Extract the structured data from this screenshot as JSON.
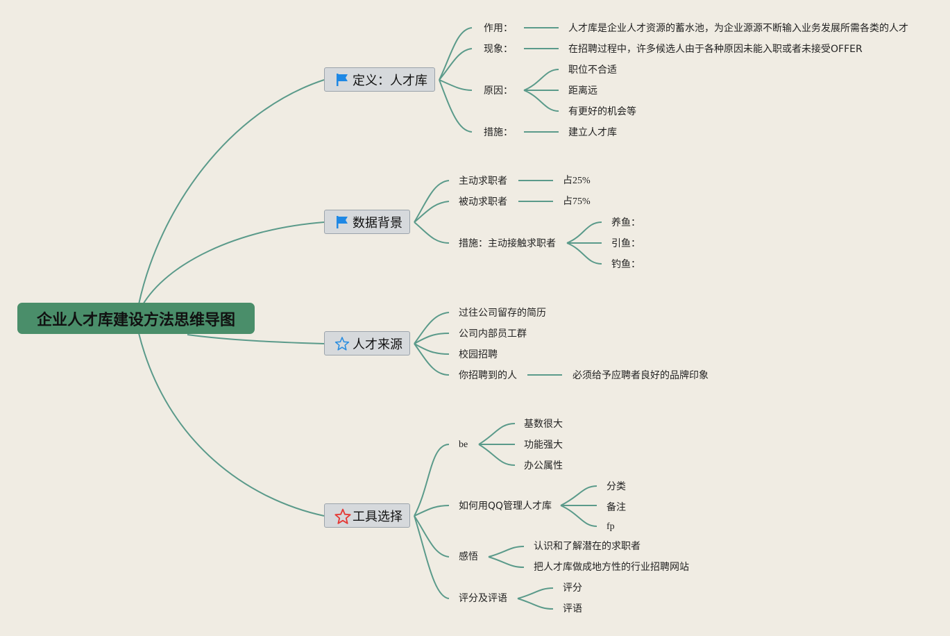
{
  "root": {
    "title": "企业人才库建设方法思维导图"
  },
  "branches": {
    "definition": {
      "title": "定义：人才库",
      "icon": "flag-icon",
      "items": {
        "role": {
          "label": "作用：",
          "value": "人才库是企业人才资源的蓄水池，为企业源源不断输入业务发展所需各类的人才"
        },
        "phenomenon": {
          "label": "现象：",
          "value": "在招聘过程中，许多候选人由于各种原因未能入职或者未接受OFFER"
        },
        "reason": {
          "label": "原因：",
          "children": [
            "职位不合适",
            "距离远",
            "有更好的机会等"
          ]
        },
        "measure": {
          "label": "措施：",
          "value": "建立人才库"
        }
      }
    },
    "data": {
      "title": "数据背景",
      "icon": "flag-icon",
      "items": {
        "active": {
          "label": "主动求职者",
          "value": "占25%"
        },
        "passive": {
          "label": "被动求职者",
          "value": "占75%"
        },
        "measure": {
          "label": "措施：主动接触求职者",
          "children": [
            "养鱼：",
            "引鱼：",
            "钓鱼："
          ]
        }
      }
    },
    "source": {
      "title": "人才来源",
      "icon": "star-outline-icon",
      "items": {
        "s1": "过往公司留存的简历",
        "s2": "公司内部员工群",
        "s3": "校园招聘",
        "s4": {
          "label": "你招聘到的人",
          "value": "必须给予应聘者良好的品牌印象"
        }
      }
    },
    "tools": {
      "title": "工具选择",
      "icon": "star-red-icon",
      "items": {
        "be": {
          "label": "be",
          "children": [
            "基数很大",
            "功能强大",
            "办公属性"
          ]
        },
        "qq": {
          "label": "如何用QQ管理人才库",
          "children": [
            "分类",
            "备注",
            "fp"
          ]
        },
        "insight": {
          "label": "感悟",
          "children": [
            "认识和了解潜在的求职者",
            "把人才库做成地方性的行业招聘网站"
          ]
        },
        "rating": {
          "label": "评分及评语",
          "children": [
            "评分",
            "评语"
          ]
        }
      }
    }
  },
  "colors": {
    "line": "#5a9a8a",
    "root_bg": "#4a8e6a",
    "topic_bg": "#d6d9dc",
    "flag": "#1e88e5",
    "star_blue": "#2a8ee0",
    "star_red": "#e53935"
  }
}
